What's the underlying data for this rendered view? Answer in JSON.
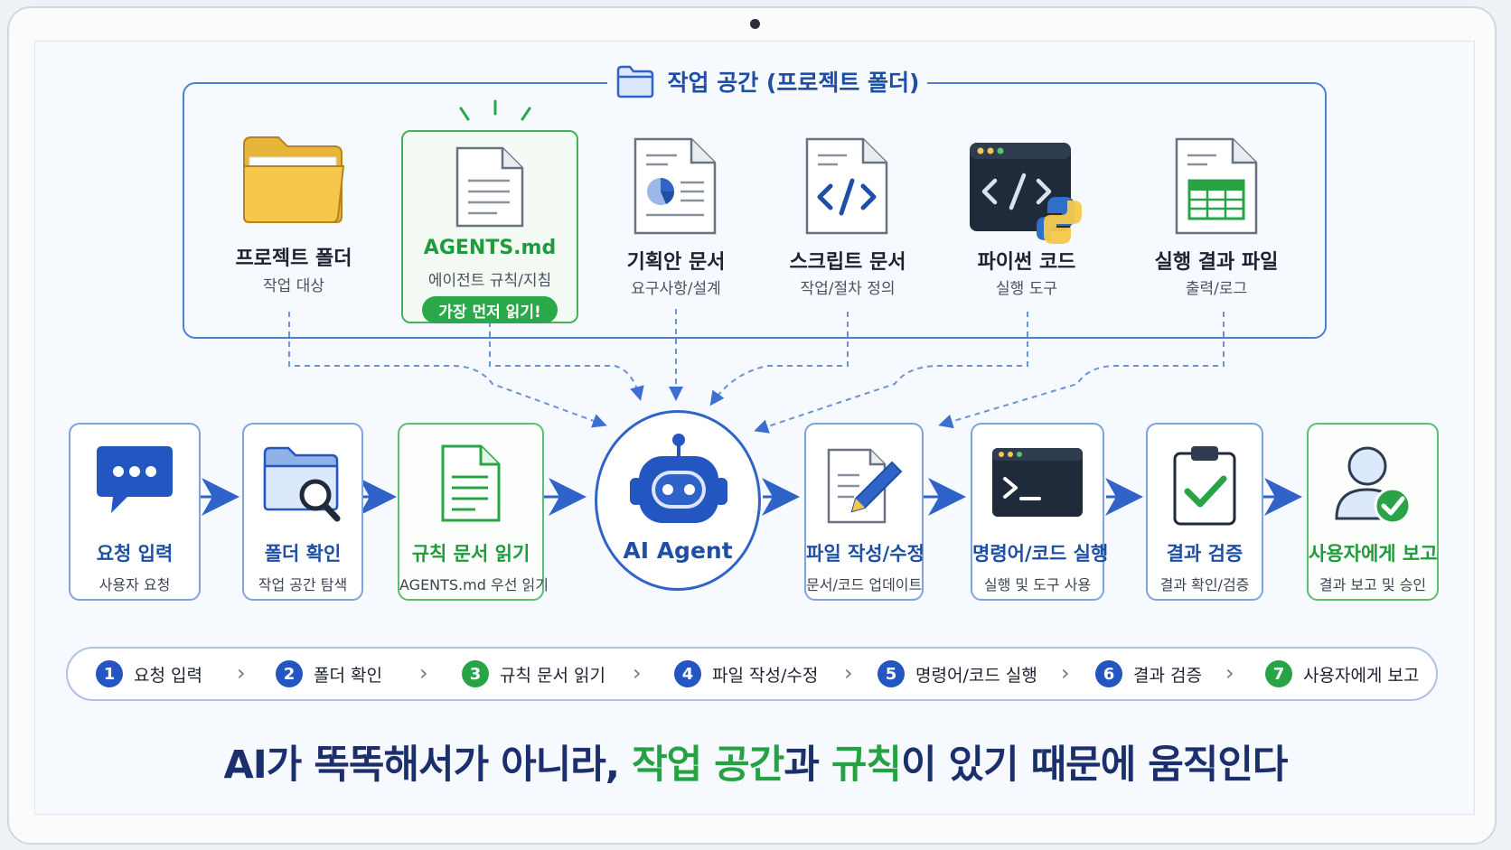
{
  "workspace": {
    "title": "작업 공간 (프로젝트 폴더)"
  },
  "files": [
    {
      "name": "프로젝트 폴더",
      "sub": "작업 대상",
      "icon": "folder-icon"
    },
    {
      "name": "AGENTS.md",
      "sub": "에이전트 규칙/지침",
      "badge": "가장 먼저 읽기!",
      "icon": "document-icon"
    },
    {
      "name": "기획안 문서",
      "sub": "요구사항/설계",
      "icon": "chart-document-icon"
    },
    {
      "name": "스크립트 문서",
      "sub": "작업/절차 정의",
      "icon": "code-document-icon"
    },
    {
      "name": "파이썬 코드",
      "sub": "실행 도구",
      "icon": "python-code-icon"
    },
    {
      "name": "실행 결과 파일",
      "sub": "출력/로그",
      "icon": "spreadsheet-icon"
    }
  ],
  "agent": {
    "label": "AI Agent",
    "icon": "robot-icon"
  },
  "steps": [
    {
      "name": "요청 입력",
      "sub": "사용자 요청",
      "icon": "chat-bubble-icon"
    },
    {
      "name": "폴더 확인",
      "sub": "작업 공간 탐색",
      "icon": "folder-search-icon"
    },
    {
      "name": "규칙 문서 읽기",
      "sub": "AGENTS.md 우선 읽기",
      "icon": "rules-document-icon"
    },
    {
      "name": "파일 작성/수정",
      "sub": "문서/코드 업데이트",
      "icon": "edit-document-icon"
    },
    {
      "name": "명령어/코드 실행",
      "sub": "실행 및 도구 사용",
      "icon": "terminal-icon"
    },
    {
      "name": "결과 검증",
      "sub": "결과 확인/검증",
      "icon": "clipboard-check-icon"
    },
    {
      "name": "사용자에게 보고",
      "sub": "결과 보고 및 승인",
      "icon": "user-check-icon"
    }
  ],
  "progress": [
    {
      "num": "1",
      "label": "요청 입력"
    },
    {
      "num": "2",
      "label": "폴더 확인"
    },
    {
      "num": "3",
      "label": "규칙 문서 읽기"
    },
    {
      "num": "4",
      "label": "파일 작성/수정"
    },
    {
      "num": "5",
      "label": "명령어/코드 실행"
    },
    {
      "num": "6",
      "label": "결과 검증"
    },
    {
      "num": "7",
      "label": "사용자에게 보고"
    }
  ],
  "headline": {
    "part1": "AI가 똑똑해서가 아니라, ",
    "green1": "작업 공간",
    "part2": "과 ",
    "green2": "규칙",
    "part3": "이 있기 때문에 움직인다"
  },
  "colors": {
    "primary": "#2356c0",
    "green": "#28a447",
    "navy": "#1a2f6b",
    "folder": "#f5c84c"
  }
}
